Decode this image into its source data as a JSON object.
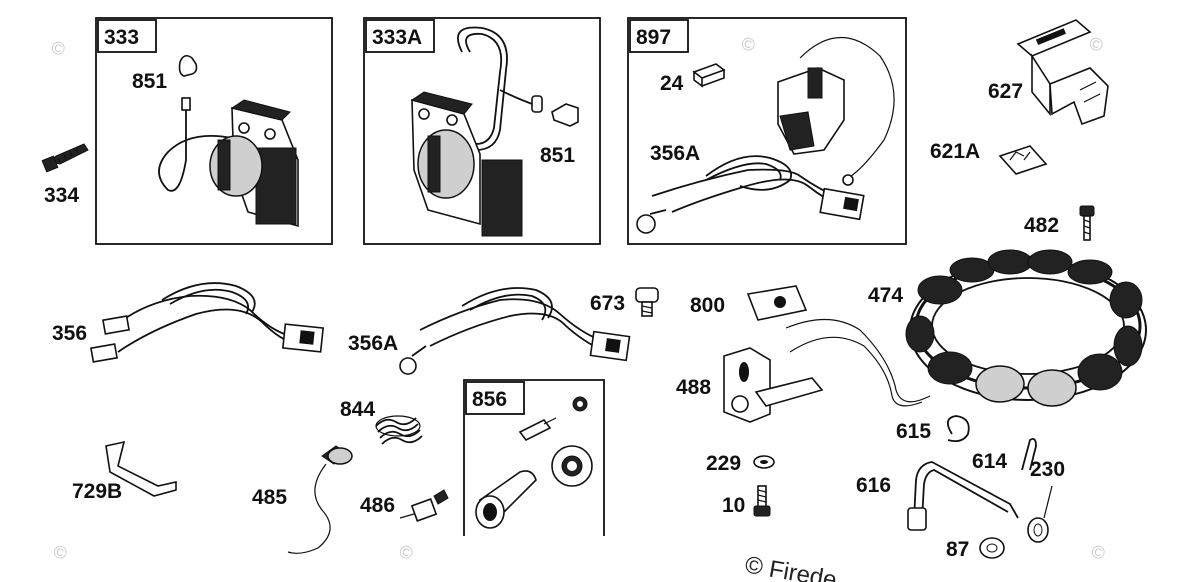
{
  "boxes": {
    "b333": "333",
    "b333a": "333A",
    "b897": "897",
    "b856": "856"
  },
  "labels": {
    "p851a": "851",
    "p334": "334",
    "p851b": "851",
    "p24": "24",
    "p356a_top": "356A",
    "p627": "627",
    "p621a": "621A",
    "p482": "482",
    "p474": "474",
    "p673": "673",
    "p800": "800",
    "p356": "356",
    "p356a_mid": "356A",
    "p488": "488",
    "p844": "844",
    "p615": "615",
    "p729b": "729B",
    "p485": "485",
    "p486": "486",
    "p229": "229",
    "p614": "614",
    "p230": "230",
    "p616": "616",
    "p10": "10",
    "p87": "87"
  },
  "watermark": {
    "text": "© Firedeals.com",
    "bottom_text": "© Firede"
  }
}
